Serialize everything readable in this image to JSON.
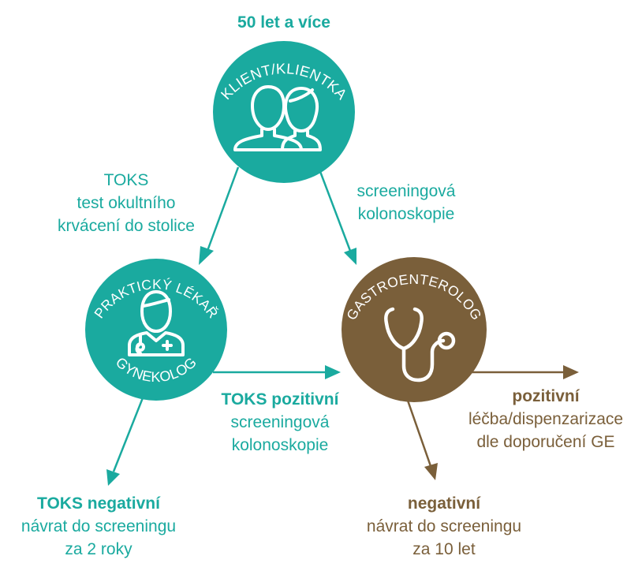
{
  "colors": {
    "teal": "#1aaa9f",
    "brown": "#7a5f3a",
    "white": "#ffffff"
  },
  "top_label": "50 let a více",
  "nodes": {
    "client": {
      "ring_text": "KLIENT/KLIENTKA",
      "icon": "two-people-icon"
    },
    "gp": {
      "ring_text_top": "PRAKTICKÝ LÉKAŘ",
      "ring_text_bottom": "GYNEKOLOG",
      "icon": "doctor-icon"
    },
    "ge": {
      "ring_text": "GASTROENTEROLOG",
      "icon": "stethoscope-icon"
    }
  },
  "edges": {
    "client_to_gp": {
      "lines": [
        "TOKS",
        "test okultního",
        "krvácení do stolice"
      ]
    },
    "client_to_ge": {
      "lines": [
        "screeningová",
        "kolonoskopie"
      ]
    },
    "gp_to_ge": {
      "title": "TOKS pozitivní",
      "lines": [
        "screeningová",
        "kolonoskopie"
      ]
    },
    "gp_negative": {
      "title": "TOKS negativní",
      "lines": [
        "návrat do screeningu",
        "za 2 roky"
      ]
    },
    "ge_positive": {
      "title": "pozitivní",
      "lines": [
        "léčba/dispenzarizace",
        "dle doporučení GE"
      ]
    },
    "ge_negative": {
      "title": "negativní",
      "lines": [
        "návrat do screeningu",
        "za 10 let"
      ]
    }
  }
}
